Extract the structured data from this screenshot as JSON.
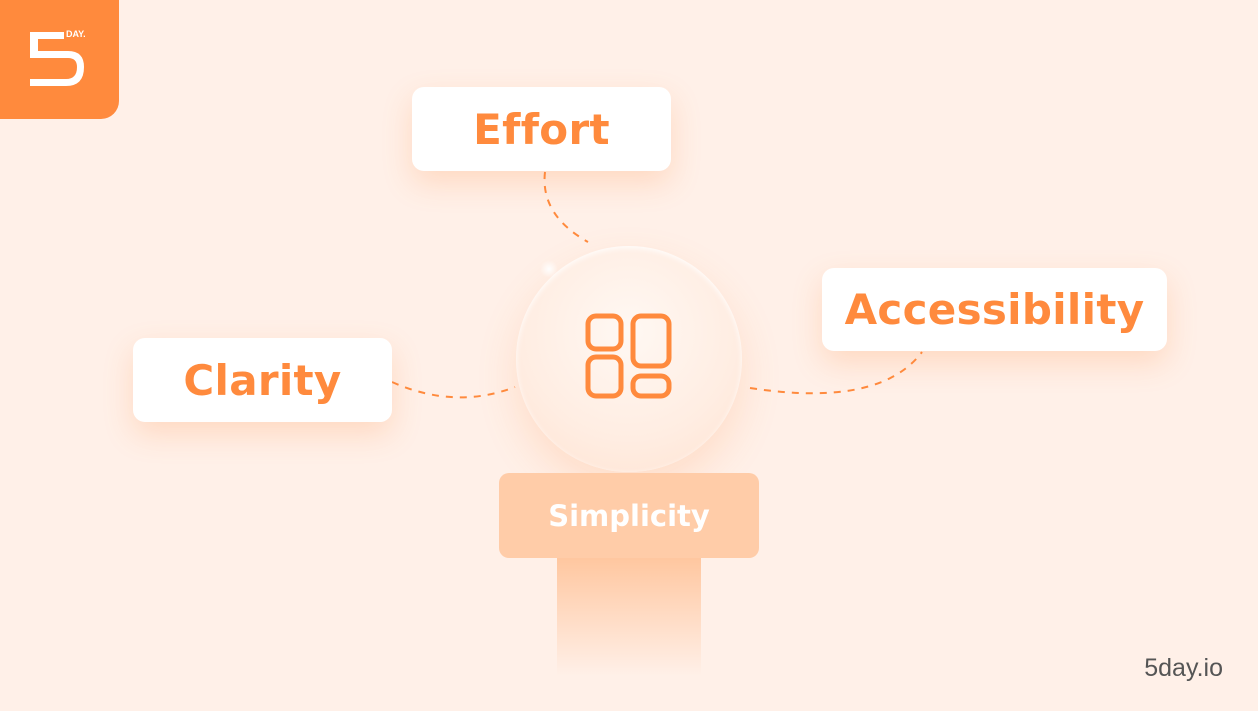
{
  "brand": {
    "logo_text": "DAY.",
    "logo_numeral": "5",
    "accent_color": "#FF8A3D",
    "background_color": "#FFF0E8",
    "website": "5day.io"
  },
  "diagram": {
    "center": {
      "icon": "dashboard-layout-icon",
      "label": "Simplicity"
    },
    "nodes": [
      {
        "label": "Effort"
      },
      {
        "label": "Accessibility"
      },
      {
        "label": "Clarity"
      }
    ]
  }
}
